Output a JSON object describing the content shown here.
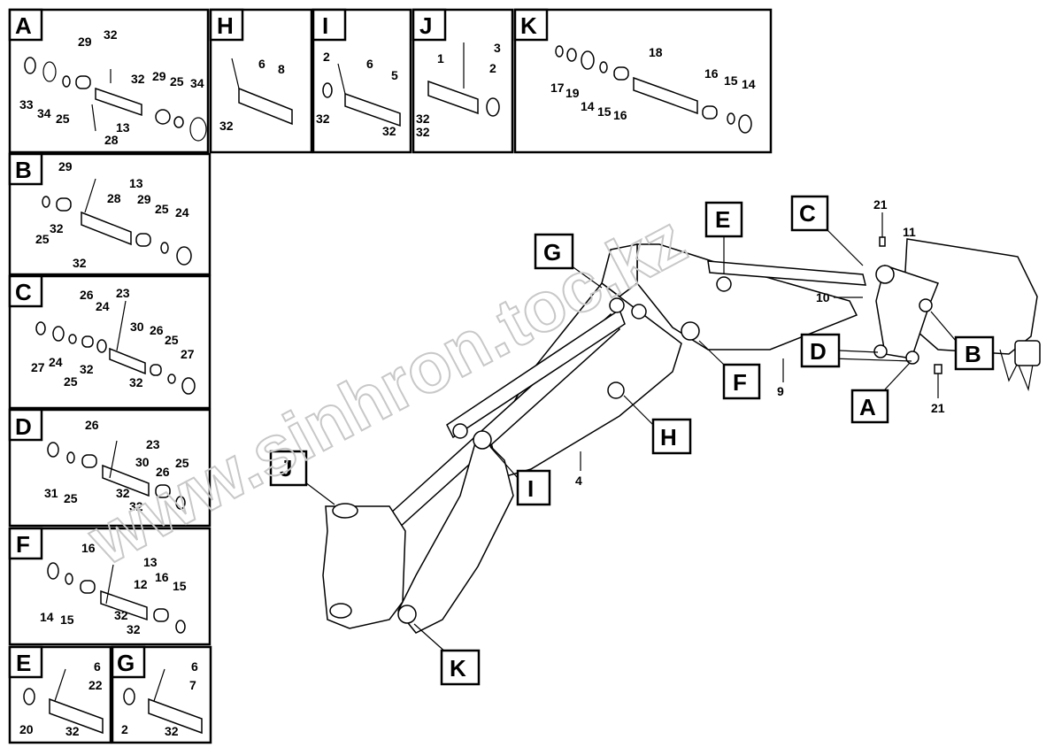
{
  "watermark": "www.sinhron.toc.kz",
  "panels": {
    "A": {
      "letter": "A",
      "labels": [
        "29",
        "32",
        "32",
        "29",
        "25",
        "34",
        "33",
        "34",
        "25",
        "13",
        "28"
      ]
    },
    "H": {
      "letter": "H",
      "labels": [
        "6",
        "8",
        "32"
      ]
    },
    "I": {
      "letter": "I",
      "labels": [
        "2",
        "6",
        "5",
        "32",
        "32"
      ]
    },
    "J": {
      "letter": "J",
      "labels": [
        "3",
        "1",
        "2",
        "32",
        "32"
      ]
    },
    "K": {
      "letter": "K",
      "labels": [
        "18",
        "17",
        "19",
        "14",
        "15",
        "16",
        "16",
        "15",
        "14"
      ]
    },
    "B": {
      "letter": "B",
      "labels": [
        "29",
        "13",
        "28",
        "29",
        "25",
        "24",
        "25",
        "32",
        "32"
      ]
    },
    "C": {
      "letter": "C",
      "labels": [
        "26",
        "24",
        "23",
        "30",
        "26",
        "25",
        "27",
        "24",
        "25",
        "32",
        "32",
        "27"
      ]
    },
    "D": {
      "letter": "D",
      "labels": [
        "26",
        "23",
        "30",
        "26",
        "25",
        "31",
        "25",
        "32",
        "32"
      ]
    },
    "F": {
      "letter": "F",
      "labels": [
        "16",
        "13",
        "12",
        "16",
        "15",
        "14",
        "15",
        "32",
        "32"
      ]
    },
    "E": {
      "letter": "E",
      "labels": [
        "6",
        "22",
        "20",
        "32"
      ]
    },
    "G": {
      "letter": "G",
      "labels": [
        "6",
        "7",
        "2",
        "32"
      ]
    }
  },
  "callouts": {
    "G": "G",
    "E": "E",
    "C": "C",
    "D": "D",
    "B": "B",
    "A": "A",
    "F": "F",
    "H": "H",
    "I": "I",
    "J": "J",
    "K": "K"
  },
  "main_labels": {
    "n21a": "21",
    "n11": "11",
    "n10": "10",
    "n9": "9",
    "n21b": "21",
    "n4": "4"
  }
}
